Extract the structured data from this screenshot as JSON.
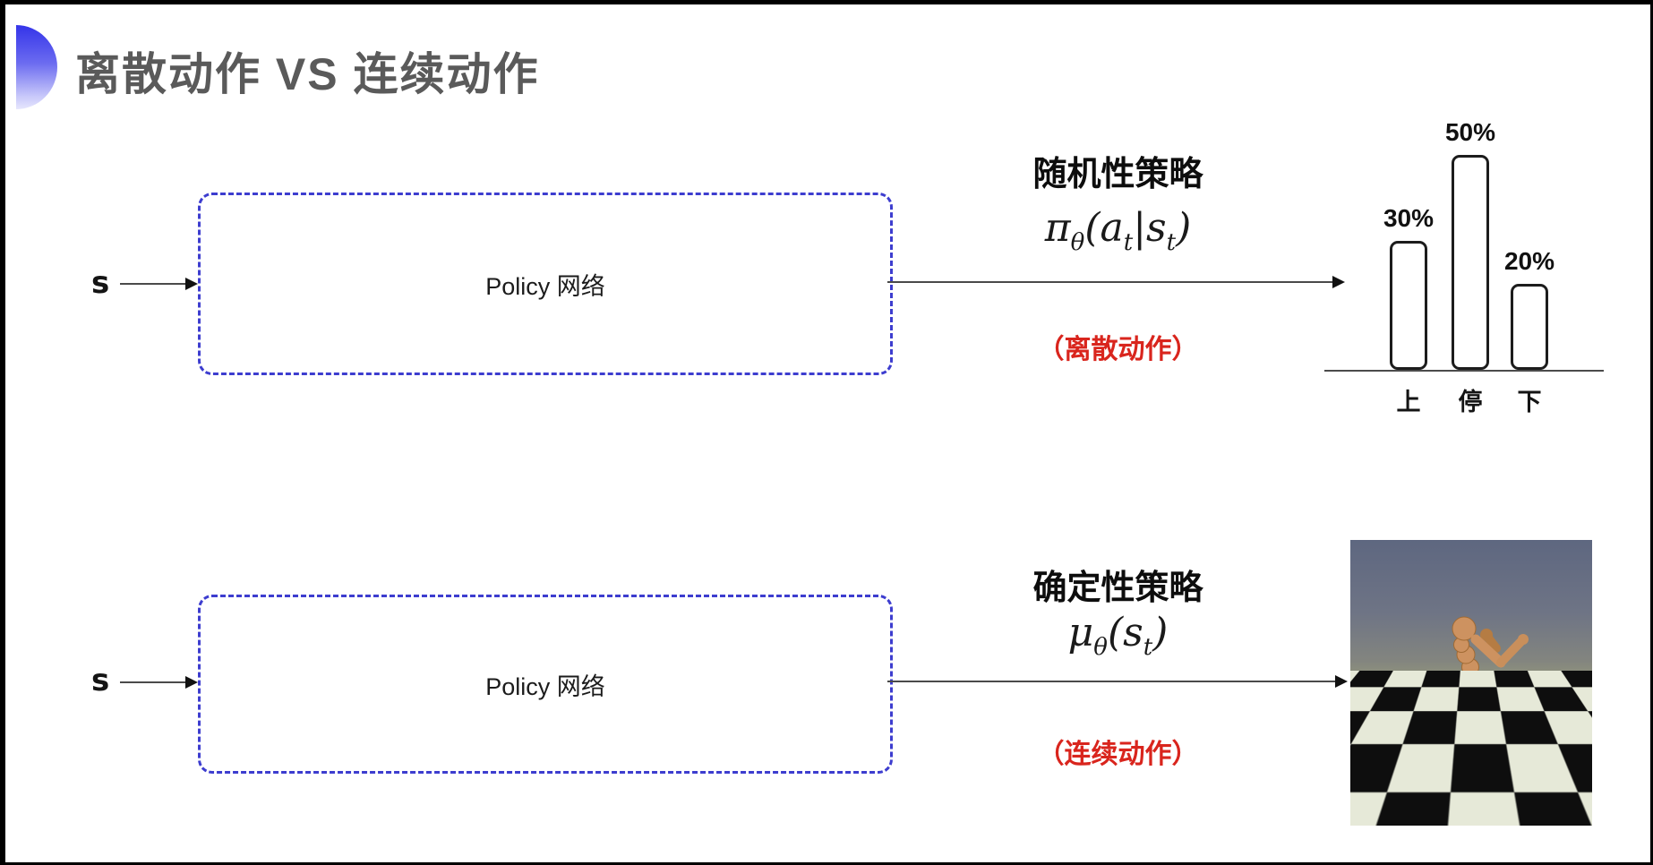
{
  "title": {
    "text": "离散动作 VS 连续动作",
    "accent_color": "#3b3be8",
    "text_color": "#5a5a5a"
  },
  "rows": [
    {
      "input_label": "s",
      "box_label": "Policy 网络",
      "policy_title": "随机性策略",
      "formula": [
        {
          "t": "π",
          "sub": "θ"
        },
        {
          "t": "("
        },
        {
          "t": "a",
          "sub": "t"
        },
        {
          "t": "|"
        },
        {
          "t": "s",
          "sub": "t"
        },
        {
          "t": ")"
        }
      ],
      "action_note": "（离散动作）",
      "note_color": "#d9251d",
      "box_border_color": "#3d3dcf"
    },
    {
      "input_label": "s",
      "box_label": "Policy 网络",
      "policy_title": "确定性策略",
      "formula": [
        {
          "t": "μ",
          "sub": "θ"
        },
        {
          "t": "("
        },
        {
          "t": "s",
          "sub": "t"
        },
        {
          "t": ")"
        }
      ],
      "action_note": "（连续动作）",
      "note_color": "#d9251d",
      "box_border_color": "#3d3dcf"
    }
  ],
  "chart_data": {
    "type": "bar",
    "categories": [
      "上",
      "停",
      "下"
    ],
    "values": [
      30,
      50,
      20
    ],
    "value_labels": [
      "30%",
      "50%",
      "20%"
    ],
    "title": "",
    "xlabel": "",
    "ylabel": "",
    "ylim": [
      0,
      55
    ],
    "grid": false,
    "legend": false,
    "bar_style": "outlined-rounded-white"
  },
  "robot_image": {
    "description": "MuJoCo humanoid robot running on a black and white checkerboard floor under a gray-blue sky",
    "sky_color": "#67708a",
    "floor_colors": [
      "#0e0e0e",
      "#e6e9d8"
    ],
    "body_color": "#c98f5b"
  }
}
